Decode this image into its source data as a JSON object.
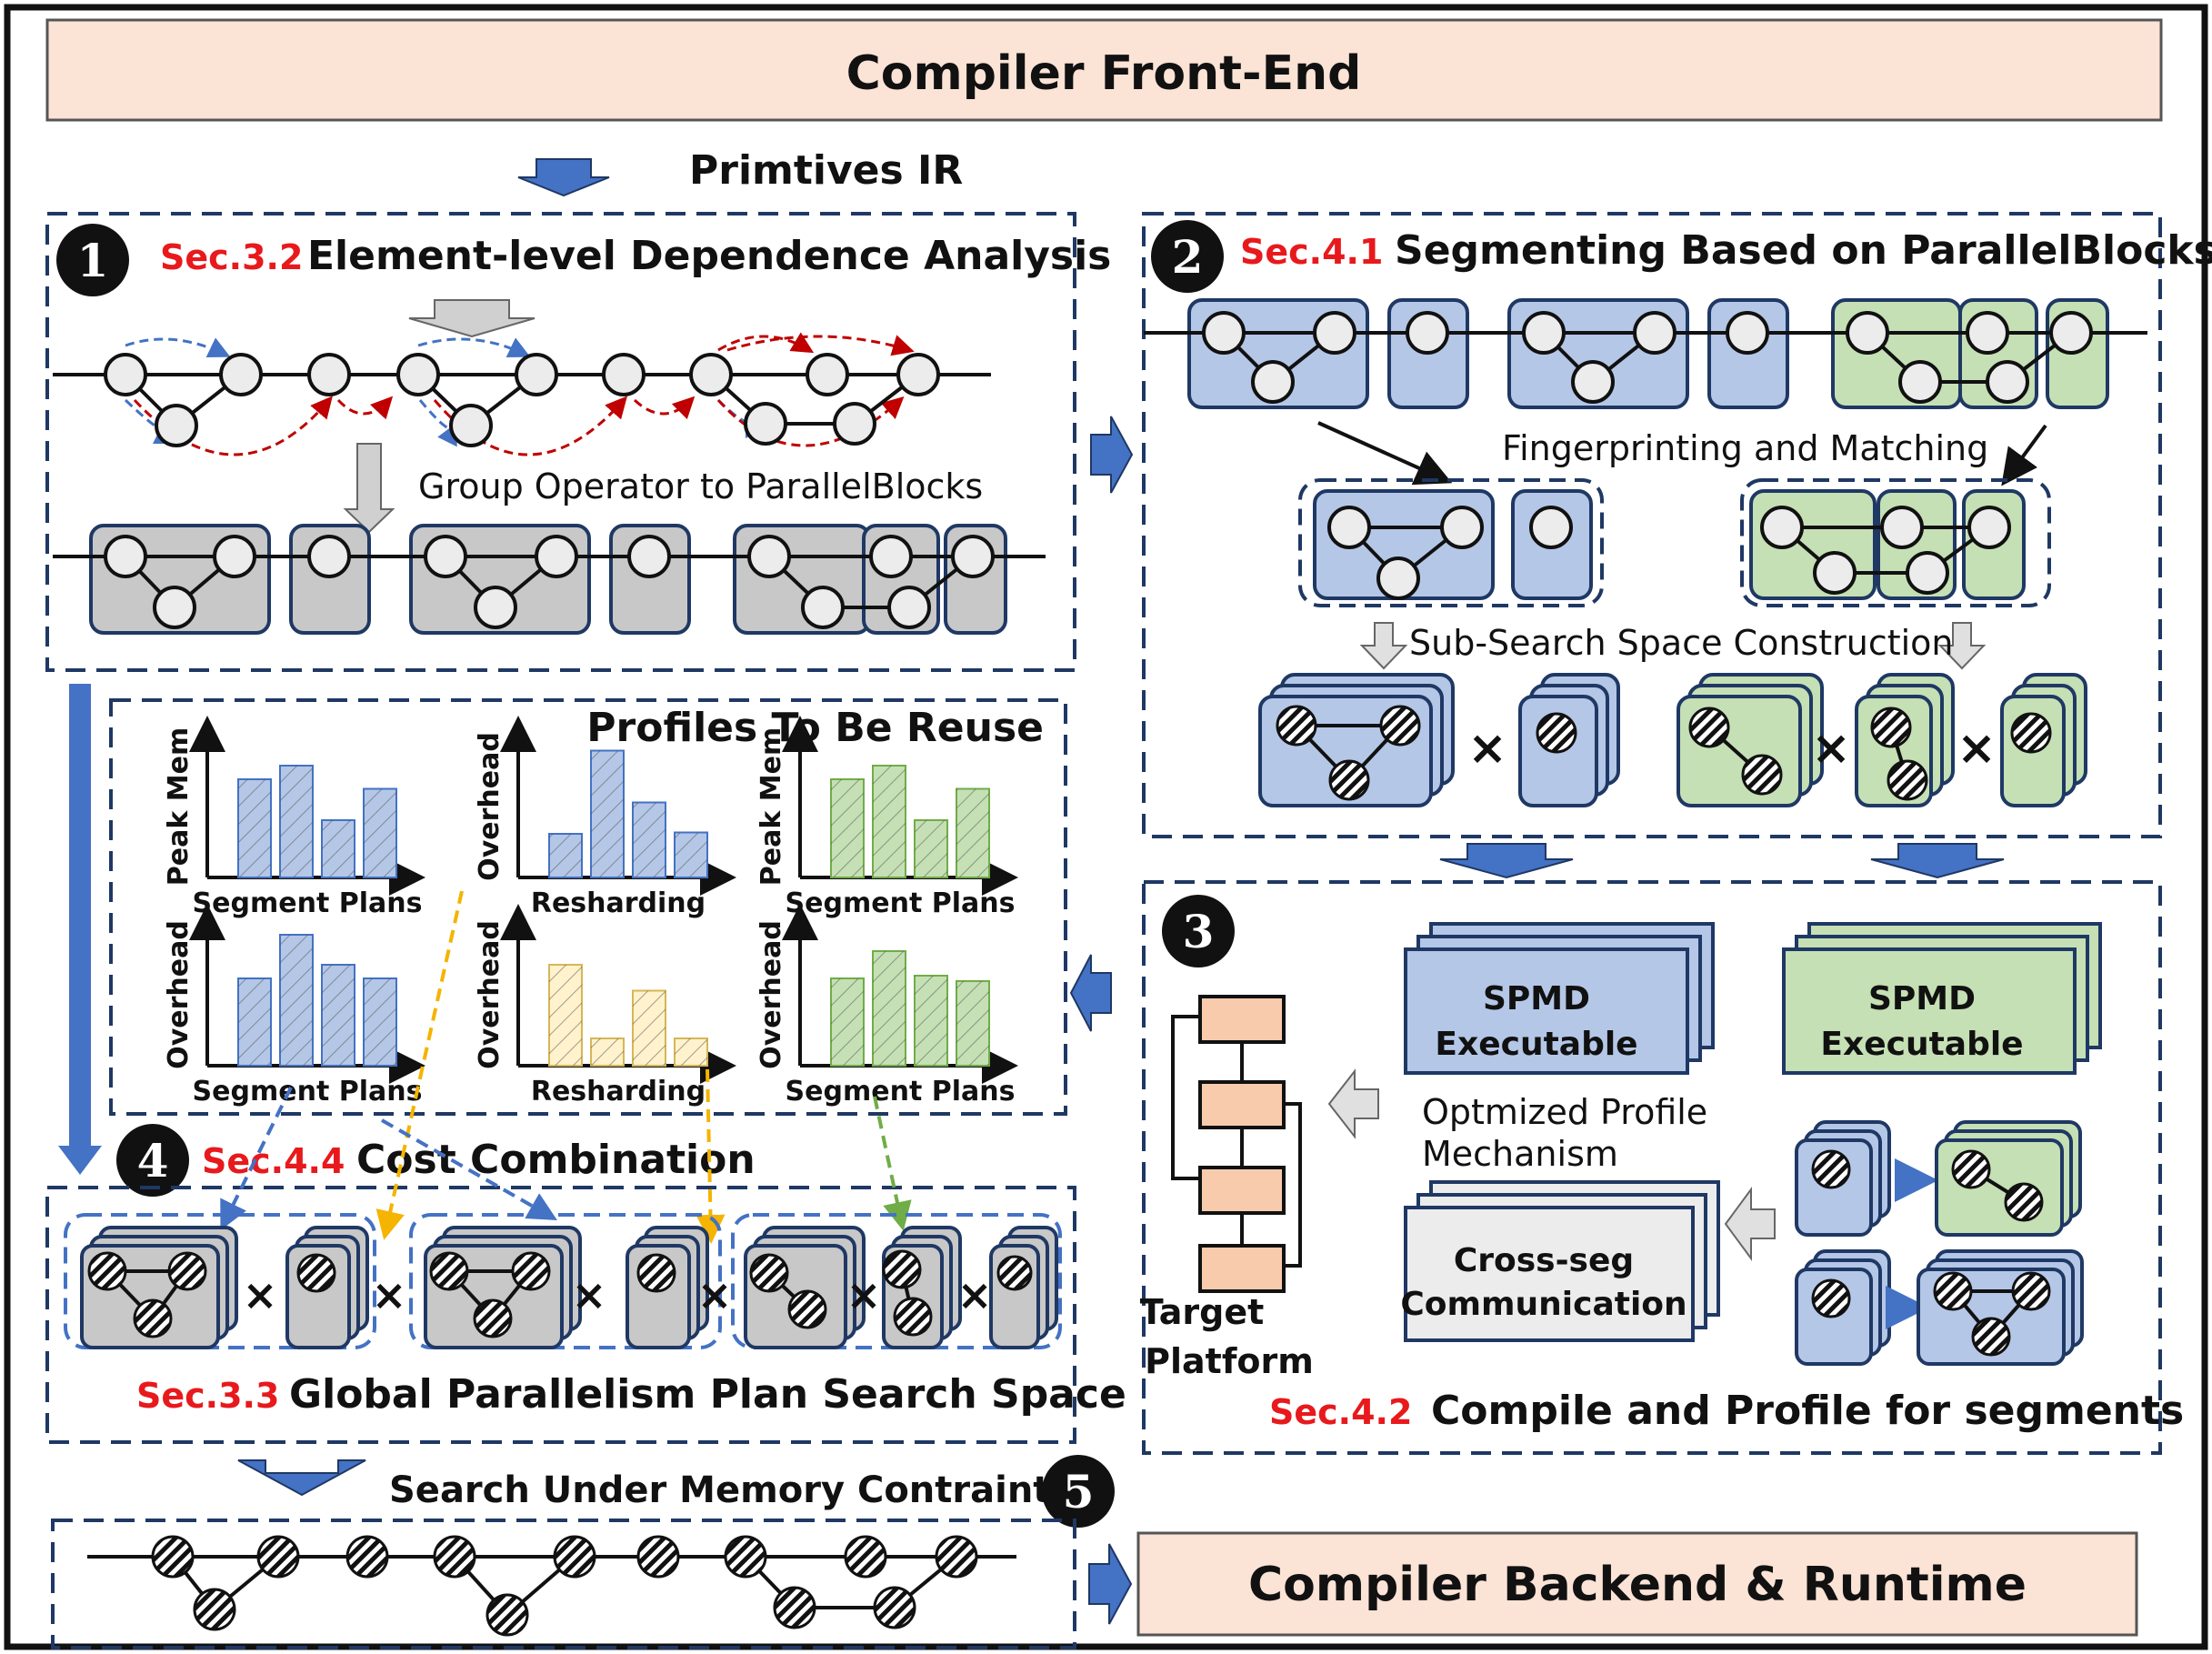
{
  "frontend": {
    "label": "Compiler Front-End"
  },
  "primitives_ir": {
    "label": "Primtives IR"
  },
  "step1": {
    "number": "1",
    "section": "Sec.3.2",
    "title": "Element-level Dependence Analysis",
    "group_label": "Group Operator to ParallelBlocks"
  },
  "step2": {
    "number": "2",
    "section": "Sec.4.1",
    "title": "Segmenting Based on ParallelBlocks",
    "fingerprint_label": "Fingerprinting and Matching",
    "subspace_label": "Sub-Search Space Construction"
  },
  "profiles": {
    "title": "Profiles To Be Reuse",
    "charts": [
      {
        "ylabel": "Peak Mem",
        "xlabel": "Segment Plans",
        "color": "blue",
        "values": [
          0.72,
          0.82,
          0.42,
          0.65
        ]
      },
      {
        "ylabel": "Overhead",
        "xlabel": "Resharding",
        "color": "blue",
        "values": [
          0.32,
          0.93,
          0.55,
          0.33
        ]
      },
      {
        "ylabel": "Peak Mem",
        "xlabel": "Segment Plans",
        "color": "green",
        "values": [
          0.72,
          0.82,
          0.42,
          0.65
        ]
      },
      {
        "ylabel": "Overhead",
        "xlabel": "Segment Plans",
        "color": "blue",
        "values": [
          0.64,
          0.96,
          0.74,
          0.64
        ]
      },
      {
        "ylabel": "Overhead",
        "xlabel": "Resharding",
        "color": "yellow",
        "values": [
          0.74,
          0.2,
          0.55,
          0.2
        ]
      },
      {
        "ylabel": "Overhead",
        "xlabel": "Segment Plans",
        "color": "green",
        "values": [
          0.64,
          0.84,
          0.66,
          0.62
        ]
      }
    ]
  },
  "step3": {
    "number": "3",
    "section": "Sec.4.2",
    "title": "Compile and Profile for segments",
    "spmd_line1": "SPMD",
    "spmd_line2": "Executable",
    "opt_line1": "Optmized Profile",
    "opt_line2": "Mechanism",
    "cross_line1": "Cross-seg",
    "cross_line2": "Communication",
    "target_line1": "Target",
    "target_line2": "Platform"
  },
  "step4": {
    "number": "4",
    "section": "Sec.4.4",
    "title": "Cost Combination",
    "global_section": "Sec.3.3",
    "global_title": "Global Parallelism Plan Search Space"
  },
  "step5": {
    "number": "5",
    "search_label": "Search Under Memory Contraint"
  },
  "backend": {
    "label": "Compiler Backend & Runtime"
  },
  "colors": {
    "blue_fill": "#b4c7e7",
    "green_fill": "#c5e0b4",
    "gray_fill": "#c8c8c8",
    "peach_fill": "#fbe3d6",
    "orange_fill": "#f8cbad",
    "navy": "#1f3864",
    "arrow_blue": "#4472c4",
    "red": "#e8191c",
    "dash_red": "#c00000",
    "dash_yellow": "#f4b400",
    "dash_green": "#70ad47"
  }
}
